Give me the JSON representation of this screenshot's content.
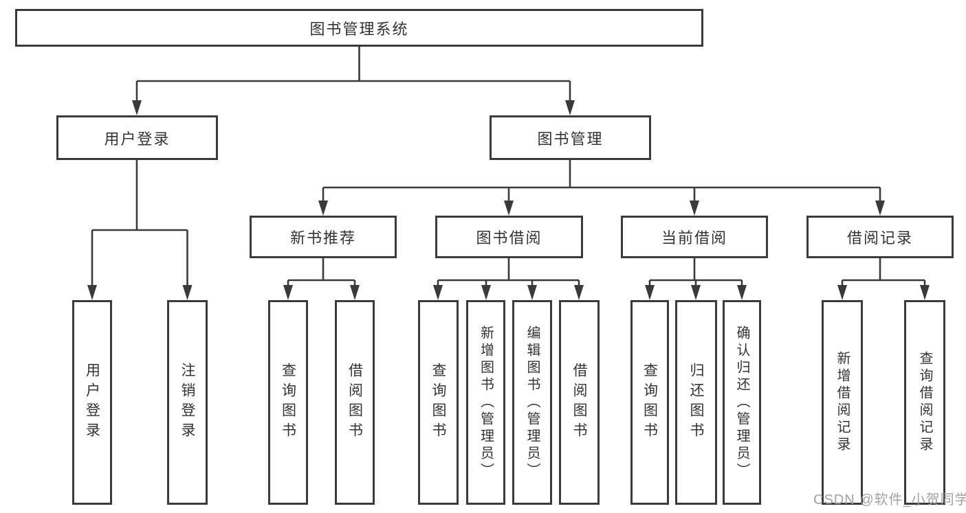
{
  "diagram": {
    "root": "图书管理系统",
    "user_login": {
      "label": "用户登录",
      "children": [
        "用户登录",
        "注销登录"
      ]
    },
    "book_mgmt": {
      "label": "图书管理",
      "groups": [
        {
          "label": "新书推荐",
          "children": [
            "查询图书",
            "借阅图书"
          ]
        },
        {
          "label": "图书借阅",
          "children": [
            "查询图书",
            "新增图书（管理员）",
            "编辑图书（管理员）",
            "借阅图书"
          ]
        },
        {
          "label": "当前借阅",
          "children": [
            "查询图书",
            "归还图书",
            "确认归还（管理员）"
          ]
        },
        {
          "label": "借阅记录",
          "children": [
            "新增借阅记录",
            "查询借阅记录"
          ]
        }
      ]
    },
    "watermark": "CSDN @软件_小贺同学",
    "colors": {
      "line": "#3a3a3c",
      "text": "#333336",
      "watermark": "#9b9ba3",
      "background": "#ffffff"
    }
  }
}
